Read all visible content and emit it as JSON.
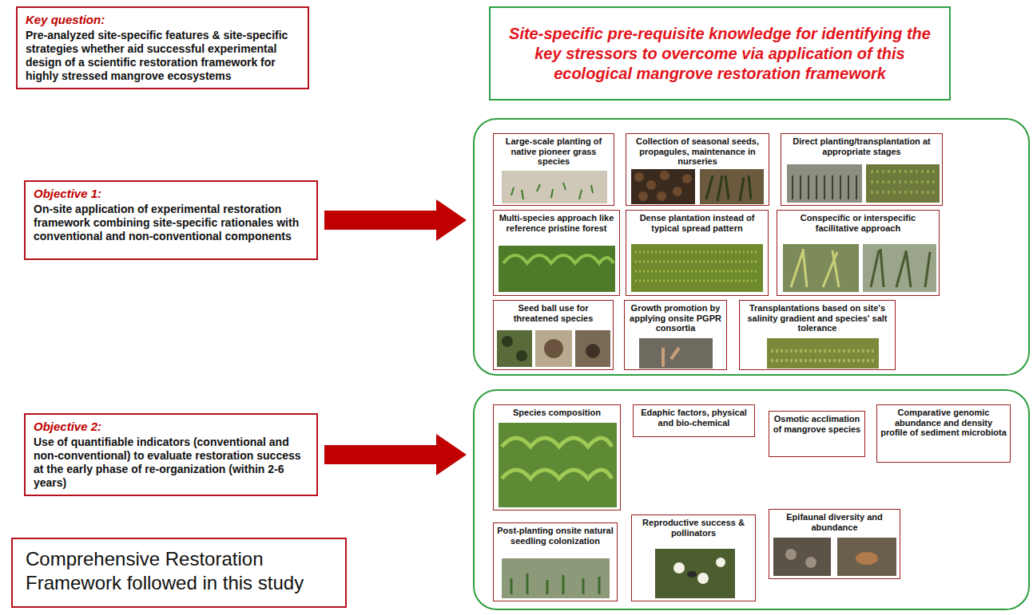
{
  "diagram": {
    "nodes": [
      {
        "text": [
          "Key question:",
          "Pre-analyzed site-specific features & site-specific strategies whether aid successful experimental design of a scientific restoration framework for highly stressed mangrove ecosystems"
        ]
      },
      {
        "text": [
          "Site-specific pre-requisite knowledge for identifying the key stressors to overcome via application of this ecological mangrove restoration framework"
        ]
      },
      {
        "text": [
          "Objective 1:",
          "On-site application of experimental restoration framework combining site-specific rationales with conventional and non-conventional components"
        ]
      },
      {
        "text": []
      },
      {
        "text": [
          "Large-scale planting of native pioneer grass species"
        ],
        "in": 3
      },
      {
        "text": [
          "Collection of seasonal seeds, propagules, maintenance in nurseries"
        ],
        "in": 3
      },
      {
        "text": [
          "Direct planting/transplantation at appropriate stages"
        ],
        "in": 3
      },
      {
        "text": [
          "Multi-species approach like reference pristine forest"
        ],
        "in": 3
      },
      {
        "text": [
          "Dense plantation instead of typical spread pattern"
        ],
        "in": 3
      },
      {
        "text": [
          "Conspecific or interspecific facilitative approach"
        ],
        "in": 3
      },
      {
        "text": [
          "Seed ball use for threatened species"
        ],
        "in": 3
      },
      {
        "text": [
          "Growth promotion by applying onsite PGPR consortia"
        ],
        "in": 3
      },
      {
        "text": [
          "Transplantations based on site's salinity gradient and species' salt tolerance"
        ],
        "in": 3
      },
      {
        "text": [
          "Objective 2:",
          "Use of quantifiable indicators (conventional and non-conventional) to evaluate restoration success at the early phase of re-organization (within 2-6 years)"
        ]
      },
      {
        "text": []
      },
      {
        "text": [
          "Species composition"
        ],
        "in": 14
      },
      {
        "text": [
          "Edaphic factors, physical and bio-chemical"
        ],
        "in": 14
      },
      {
        "text": [
          "Osmotic acclimation of mangrove species"
        ],
        "in": 14
      },
      {
        "text": [
          "Comparative genomic abundance and density profile of sediment microbiota"
        ],
        "in": 14
      },
      {
        "text": [
          "Post-planting onsite natural seedling colonization"
        ],
        "in": 14
      },
      {
        "text": [
          "Reproductive success & pollinators"
        ],
        "in": 14
      },
      {
        "text": [
          "Epifaunal diversity and abundance"
        ],
        "in": 14
      },
      {
        "text": [
          "Comprehensive Restoration Framework followed in this study"
        ]
      }
    ],
    "edges": [
      {
        "from": 2,
        "to": 3,
        "arrow": "to"
      },
      {
        "from": 13,
        "to": 14,
        "arrow": "to"
      }
    ]
  }
}
